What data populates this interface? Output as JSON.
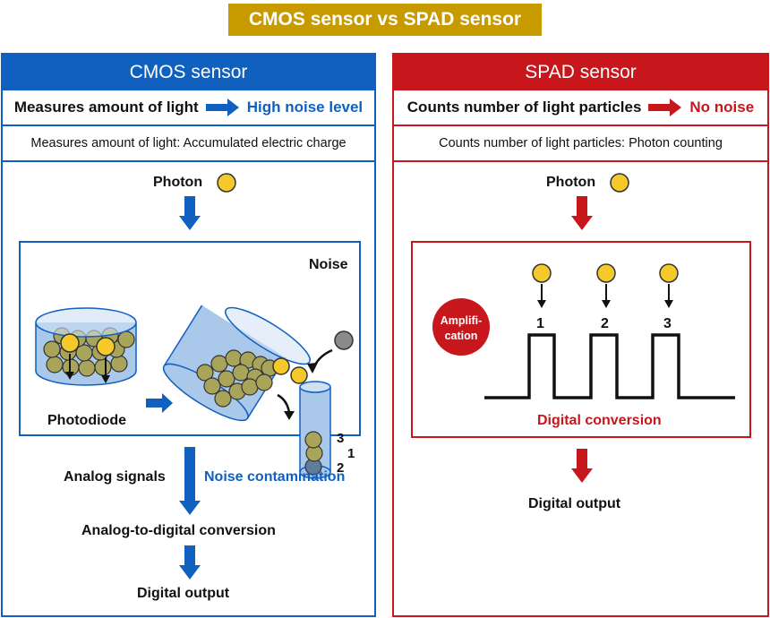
{
  "title": "CMOS sensor vs SPAD sensor",
  "colors": {
    "cmos": "#1060c0",
    "spad": "#c8161d",
    "banner": "#c79a00",
    "photon": "#f5c92a",
    "particle": "#a8a55a",
    "noise": "#8a8a8a"
  },
  "cmos": {
    "header": "CMOS sensor",
    "measure": "Measures amount of light",
    "result": "High noise level",
    "description": "Measures amount of light: Accumulated electric charge",
    "photon": "Photon",
    "noise": "Noise",
    "photodiode": "Photodiode",
    "count_3": "3",
    "count_1": "1",
    "count_2": "2",
    "analog_signals": "Analog signals",
    "noise_contamination": "Noise contamination",
    "adc": "Analog-to-digital conversion",
    "output": "Digital output"
  },
  "spad": {
    "header": "SPAD sensor",
    "measure": "Counts number of light particles",
    "result": "No noise",
    "description": "Counts number of light particles: Photon counting",
    "photon": "Photon",
    "amplification_1": "Amplifi-",
    "amplification_2": "cation",
    "pulse_labels": [
      "1",
      "2",
      "3"
    ],
    "digital_conversion": "Digital conversion",
    "output": "Digital output"
  }
}
